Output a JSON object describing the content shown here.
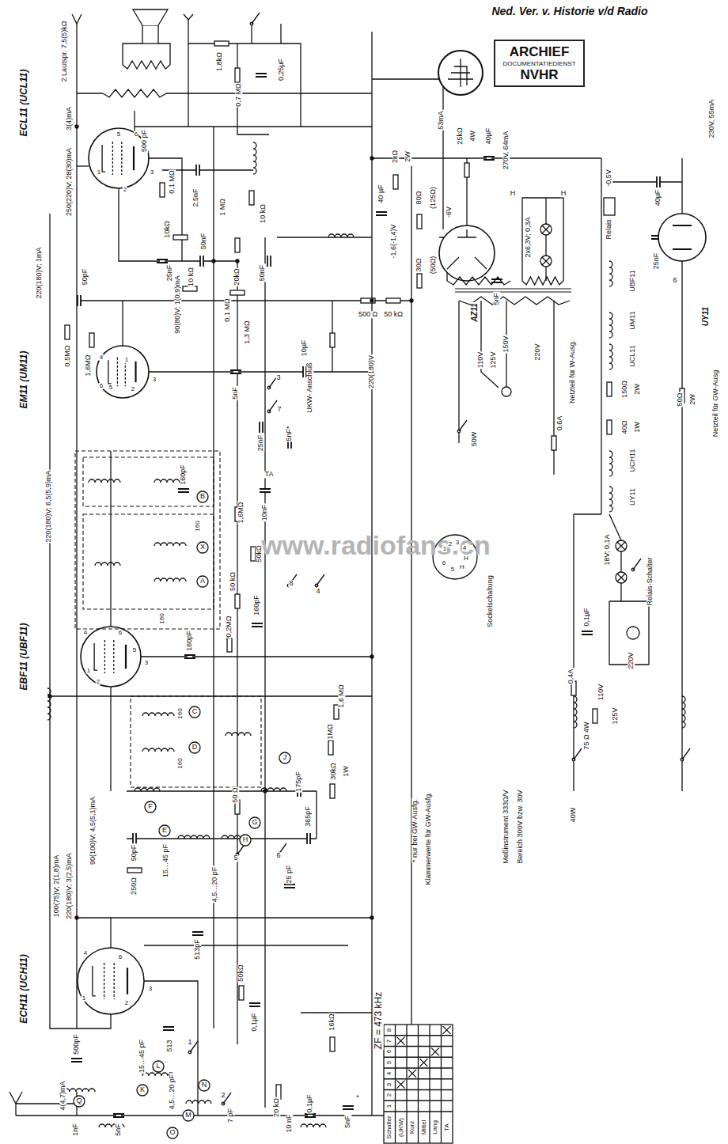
{
  "diagram": {
    "nodes": [
      {
        "text": [
          "ARCHIEF",
          "DOCUMENTATIEDIENST",
          "NVHR"
        ]
      }
    ],
    "labels": [
      "Ned. Ver. v. Historie v/d Radio",
      "www.radiofans.cn",
      "ECH11 (UCH11)",
      "EBF11 (UBF11)",
      "EM11 (UM11)",
      "ECL11 (UCL11)",
      "4(4,7)mA",
      "100(75)V; 2(1,8)mA",
      "220(180)V; 3(2,5)mA",
      "90(100)V; 4,5(5,1)mA",
      "220(180)V; 6,5(5,9)mA",
      "220(180)V; 1mA",
      "250(220)V; 28(30)mA",
      "3(4)mA",
      "90(80)V; 1(0,9)mA",
      "50pF",
      "500 pF",
      "2.Lautspr. 7,5(5)kΩ",
      "1,8kΩ",
      "10 kΩ",
      "0,25µF",
      "0,7 MΩ",
      "0,1 MΩ",
      "2,5nF",
      "1 MΩ",
      "10kΩ",
      "25nF",
      "10 kΩ",
      "50nF",
      "20kΩ",
      "50nF",
      "0,1 MΩ",
      "1,3 MΩ",
      "500 Ω",
      "50 kΩ",
      "10µF",
      "-1,6(-1,4)V",
      "40 µF",
      "80Ω",
      "(125Ω)",
      "30Ω",
      "(50Ω)",
      "2kΩ",
      "2W",
      "53mA",
      "25kΩ",
      "4W",
      "40µF",
      "270V, 64mA",
      "-6V",
      "H",
      "H",
      "2x6,3V; 0,3A",
      "AZ11",
      "5nF",
      "110V",
      "125V",
      "150V",
      "220V",
      "Netzteil für W-Ausg.",
      "0,6A",
      "50W",
      "-0,5V",
      "Relais",
      "230V, 55mA",
      "40µF",
      "25nF",
      "UY11",
      "6",
      "50Ω",
      "2W",
      "Netzteil für GW-Ausg",
      "UBF11",
      "UM11",
      "UCL11",
      "150Ω",
      "2W",
      "40Ω",
      "1W",
      "UCH11",
      "UY11",
      "18V; 0,1A",
      "Relais-Schalter",
      "0,1µF",
      "0,4A",
      "220V",
      "125V",
      "110V",
      "75 Ω 4W",
      "40W",
      "0,5MΩ",
      "1,6MΩ",
      "5nF",
      "3",
      "7",
      "25nF",
      "5nF*",
      "UKW- Anschluß",
      "TA",
      "220(180)V",
      "160pF",
      "B",
      "160",
      "X",
      "A",
      "160",
      "1,6MΩ",
      "10nF",
      "50kΩ",
      "50 kΩ",
      "0,2MΩ",
      "160pF",
      "8",
      "4",
      "160pF",
      "1,6 MΩ",
      "1MΩ",
      "160",
      "C",
      "160",
      "D",
      "30kΩ",
      "1W",
      "J",
      "175pF",
      "365pF",
      "F",
      "E",
      "50 Ω",
      "G",
      "H",
      "5",
      "6",
      "25 pF",
      "15…45 pF",
      "4,5…20 pF",
      "513pF",
      "50pF",
      "250Ω",
      "50kΩ",
      "0,1µF",
      "16kΩ",
      "513",
      "1",
      "15…45 pF",
      "L",
      "K",
      "4,5…20 pF",
      "N",
      "M",
      "O",
      "2",
      "7 pF",
      "20 kΩ",
      "10 nF",
      "0,1µF",
      "5nF",
      "500pF",
      "Q",
      "1nF",
      "5nF",
      "*",
      "ZF = 473 kHz",
      "* nur bei GW-Ausfg.",
      "Klammerwerte für GW-Ausfg.",
      "Sockelschaltung",
      "1",
      "2",
      "3",
      "4",
      "H",
      "H",
      "5",
      "6",
      "Meßinstrument 333Ω/V",
      "Bereich 300V bzw. 30V",
      "Schalter",
      "1",
      "2",
      "3",
      "4",
      "5",
      "6",
      "7",
      "8",
      "(UKW)",
      "Kurz",
      "Mittel",
      "Lang",
      "TA",
      "4",
      "1",
      "2",
      "3",
      "6",
      "4",
      "1",
      "2",
      "3",
      "6",
      "5",
      "4",
      "1",
      "5",
      "6",
      "2",
      "3",
      "5",
      "6",
      "1",
      "2",
      "3"
    ]
  }
}
